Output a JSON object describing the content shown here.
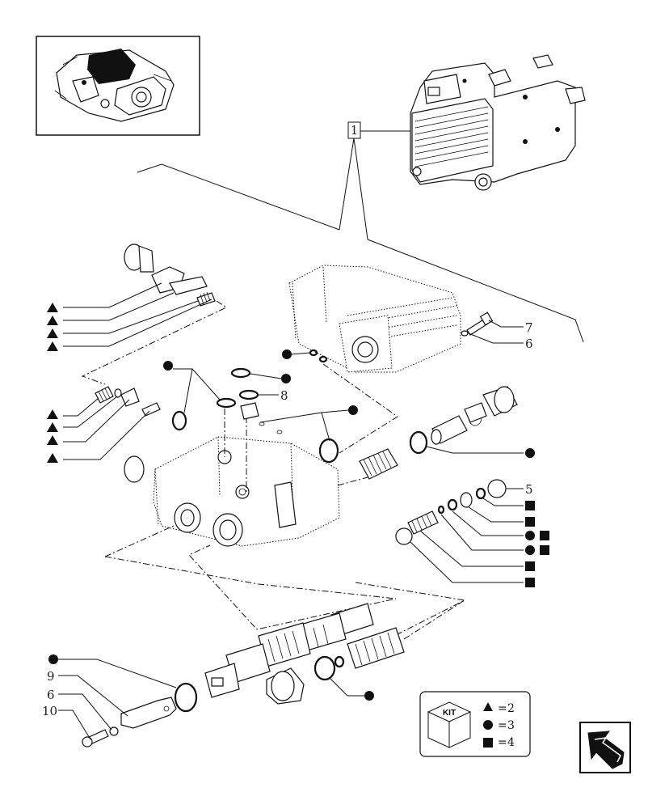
{
  "ref_box": {
    "label": "1"
  },
  "part_labels": [
    {
      "id": "label-7",
      "text": "7"
    },
    {
      "id": "label-6-top",
      "text": "6"
    },
    {
      "id": "label-8",
      "text": "8"
    },
    {
      "id": "label-5",
      "text": "5"
    },
    {
      "id": "label-9",
      "text": "9"
    },
    {
      "id": "label-6-bottom",
      "text": "6"
    },
    {
      "id": "label-10",
      "text": "10"
    }
  ],
  "kit_legend": {
    "title": "KIT",
    "entries": [
      {
        "symbol": "triangle",
        "equals": "=",
        "quantity": "2"
      },
      {
        "symbol": "circle",
        "equals": "=",
        "quantity": "3"
      },
      {
        "symbol": "square",
        "equals": "=",
        "quantity": "4"
      }
    ]
  },
  "markers": {
    "left_triangles_top": 4,
    "left_triangles_bottom": 4
  },
  "colors": {
    "ink": "#111111",
    "paper": "#ffffff"
  },
  "icons": {
    "nav": "return-arrow-icon",
    "kit": "kit-cube-icon"
  }
}
